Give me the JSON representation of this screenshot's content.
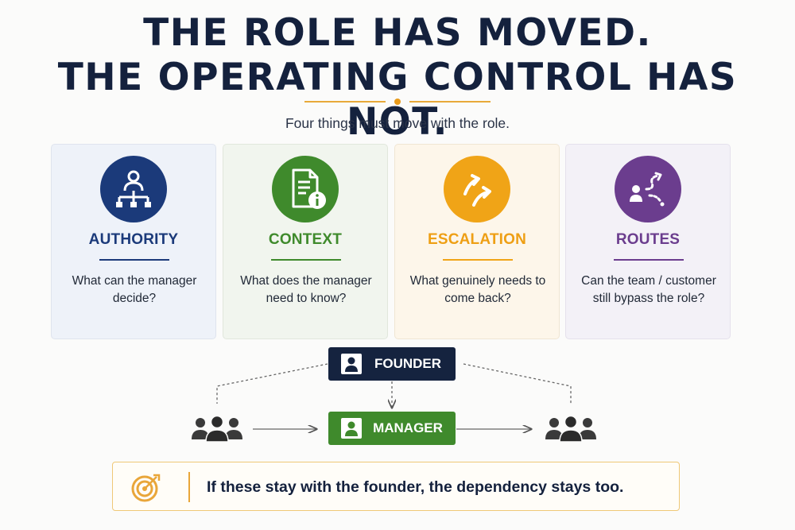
{
  "title": {
    "line1": "THE ROLE HAS MOVED.",
    "line2": "THE OPERATING CONTROL HAS NOT."
  },
  "subtitle": "Four things must move with the role.",
  "cards": [
    {
      "heading": "AUTHORITY",
      "question": "What can the manager decide?",
      "icon": "org-chart-icon",
      "color": "#1b3a7a"
    },
    {
      "heading": "CONTEXT",
      "question": "What does the manager need to know?",
      "icon": "document-info-icon",
      "color": "#3f8a2c"
    },
    {
      "heading": "ESCALATION",
      "question": "What genuinely needs to come back?",
      "icon": "up-right-arrows-icon",
      "color": "#f0a417"
    },
    {
      "heading": "ROUTES",
      "question": "Can the team / customer still bypass the role?",
      "icon": "person-route-icon",
      "color": "#6b3d8e"
    }
  ],
  "diagram": {
    "founder_label": "FOUNDER",
    "manager_label": "MANAGER",
    "left_group_icon": "team-icon",
    "right_group_icon": "team-icon"
  },
  "banner": {
    "icon": "target-icon",
    "message": "If these stay with the founder, the dependency stays too."
  }
}
